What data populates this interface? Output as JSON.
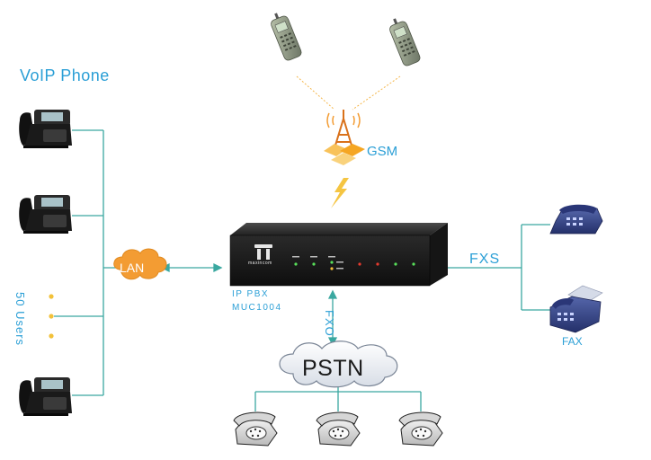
{
  "diagram": {
    "voip_title": "VoIP Phone",
    "users_label": "50 Users",
    "gsm_label": "GSM",
    "lan_label": "LAN",
    "fxs_label": "FXS",
    "fax_label": "FAX",
    "fxo_label": "FXO",
    "pstn_label": "PSTN",
    "pbx_type": "IP PBX",
    "pbx_model": "MUC1004",
    "brand": "maxincom"
  },
  "colors": {
    "connector_line": "#3aa8a0",
    "label_blue": "#2b9fd6",
    "lan_cloud": "#f39c33",
    "gsm_tower": "#f5a623",
    "device_body": "#1c1c1c"
  },
  "icons": [
    "voip-phone-icon",
    "mobile-phone-icon",
    "gsm-tower-icon",
    "ip-pbx-device",
    "fax-machine-icon",
    "analog-phone-icon",
    "lan-cloud",
    "pstn-cloud"
  ]
}
